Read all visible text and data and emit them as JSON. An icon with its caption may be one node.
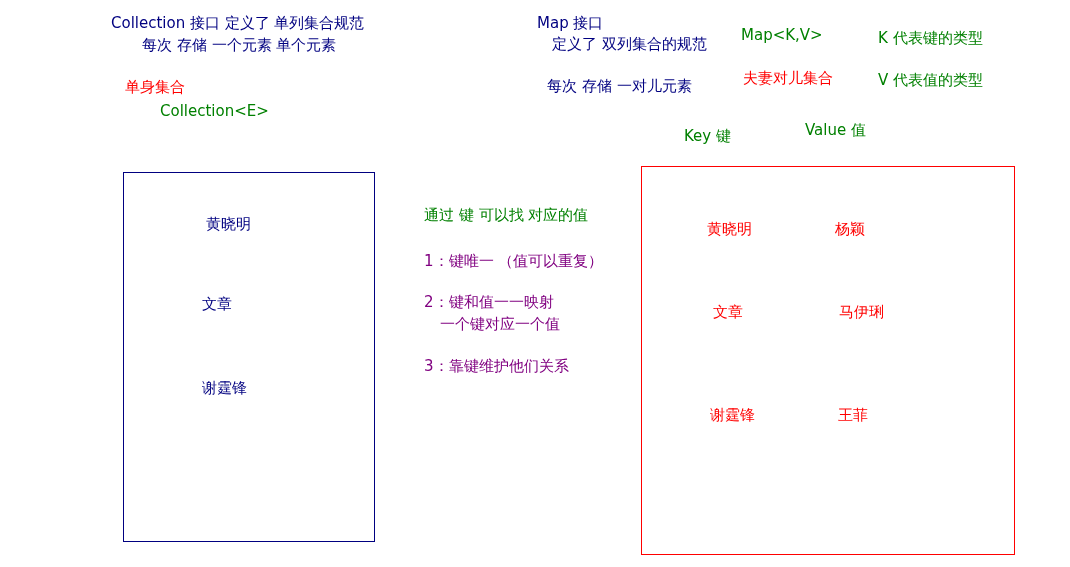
{
  "diagram": {
    "nodes": [
      {
        "text": [
          "黄晓明",
          "文章",
          "谢霆锋"
        ]
      },
      {
        "text": [
          "黄晓明",
          "杨颖",
          "文章",
          "马伊琍",
          "谢霆锋",
          "王菲"
        ]
      }
    ],
    "labels": [
      "Collection 接口 定义了 单列集合规范",
      "Map 接口",
      "Map<K,V>",
      "K 代表键的类型",
      "每次 存储 一个元素 单个元素",
      "定义了 双列集合的规范",
      "单身集合",
      "每次 存储 一对儿元素",
      "夫妻对儿集合",
      "V 代表值的类型",
      "Collection<E>",
      "Key 键",
      "Value 值",
      "通过 键 可以找 对应的值",
      "1：键唯一 （值可以重复）",
      "2：键和值一一映射",
      "一个键对应一个值",
      "3：靠键维护他们关系"
    ]
  }
}
